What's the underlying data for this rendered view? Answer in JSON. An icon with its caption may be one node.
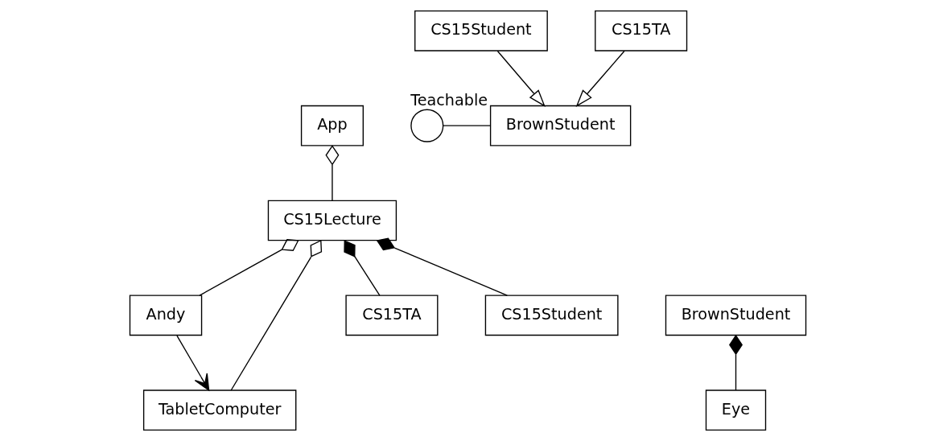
{
  "diagram": {
    "nodes": [
      {
        "text": [
          "App"
        ]
      },
      {
        "text": [
          "CS15Lecture"
        ]
      },
      {
        "text": [
          "Andy"
        ]
      },
      {
        "text": [
          "TabletComputer"
        ]
      },
      {
        "text": [
          "CS15TA"
        ]
      },
      {
        "text": [
          "CS15Student"
        ]
      },
      {
        "text": [],
        "shape": "circle",
        "beside": [
          "Teachable"
        ]
      },
      {
        "text": [
          "BrownStudent"
        ]
      },
      {
        "text": [
          "CS15Student"
        ]
      },
      {
        "text": [
          "CS15TA"
        ]
      },
      {
        "text": [
          "BrownStudent"
        ]
      },
      {
        "text": [
          "Eye"
        ]
      }
    ],
    "edges": [
      {
        "from": 0,
        "to": 1,
        "arrow": "other"
      },
      {
        "from": 1,
        "to": 2,
        "arrow": "other"
      },
      {
        "from": 1,
        "to": 3,
        "arrow": "other"
      },
      {
        "from": 1,
        "to": 4,
        "arrow": "other"
      },
      {
        "from": 1,
        "to": 5,
        "arrow": "other"
      },
      {
        "from": 2,
        "to": 3,
        "arrow": "to"
      },
      {
        "from": 6,
        "to": 7,
        "arrow": "none"
      },
      {
        "from": 8,
        "to": 7,
        "arrow": "to"
      },
      {
        "from": 9,
        "to": 7,
        "arrow": "to"
      },
      {
        "from": 10,
        "to": 11,
        "arrow": "other"
      }
    ]
  }
}
